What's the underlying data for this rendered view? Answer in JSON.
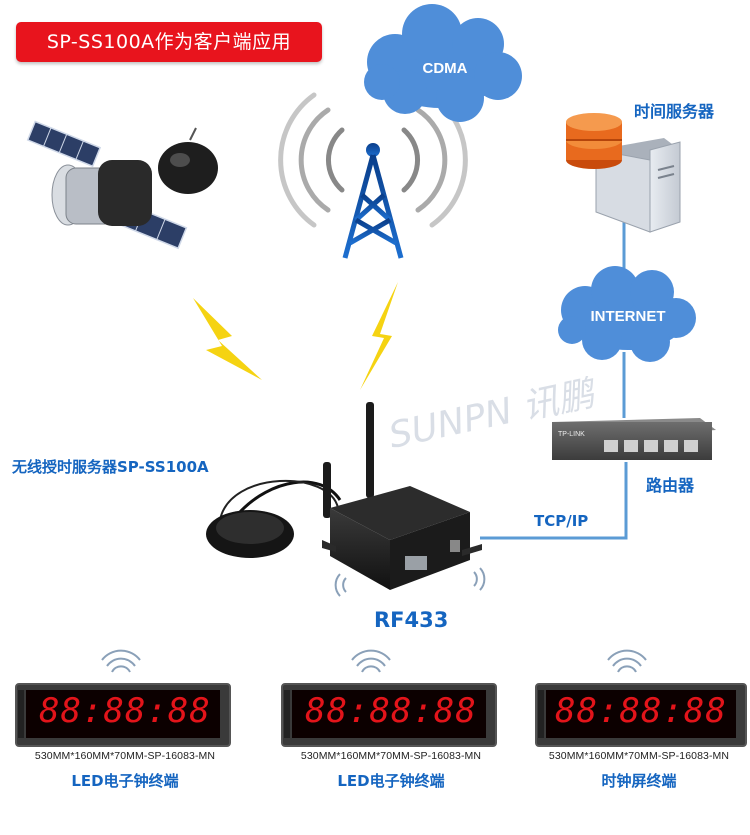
{
  "title": "SP-SS100A作为客户端应用",
  "cloud_cdma": "CDMA",
  "cloud_internet": "INTERNET",
  "time_server_label": "时间服务器",
  "router_label": "路由器",
  "router_brand": "TP-LINK",
  "wireless_server_label": "无线授时服务器SP-SS100A",
  "tcpip_label": "TCP/IP",
  "rf_label": "RF433",
  "watermark": "SUNPN 讯鹏",
  "clock_digits": "88:88:88",
  "clocks": [
    {
      "caption": "530MM*160MM*70MM-SP-16083-MN",
      "title": "LED电子钟终端"
    },
    {
      "caption": "530MM*160MM*70MM-SP-16083-MN",
      "title": "LED电子钟终端"
    },
    {
      "caption": "530MM*160MM*70MM-SP-16083-MN",
      "title": "时钟屏终端"
    }
  ],
  "colors": {
    "banner": "#e8141d",
    "cloud": "#4f8ed9",
    "link_line": "#5b9bd5",
    "label_blue": "#1565c0",
    "lightning": "#f5d312",
    "clock_digits": "#e3141a"
  }
}
